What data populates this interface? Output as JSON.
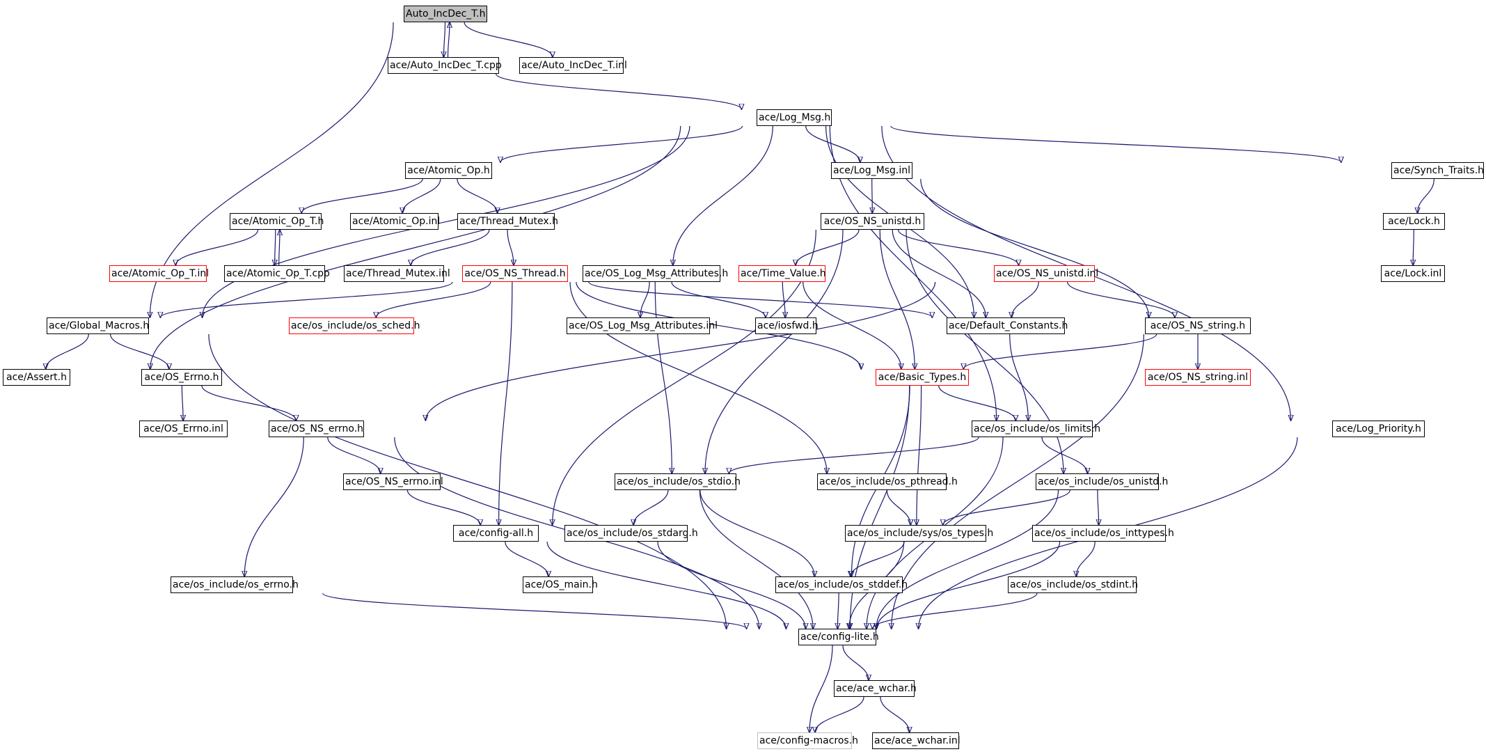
{
  "graph": {
    "edge_color": "#191970",
    "root_fill": "#bfbfbf",
    "incomplete_border": "#ff0000",
    "external_border": "#bfbfbf",
    "nodes": [
      {
        "id": "n0",
        "label": "Auto_IncDec_T.h",
        "style": "root"
      },
      {
        "id": "n1",
        "label": "ace/Auto_IncDec_T.cpp",
        "style": "normal"
      },
      {
        "id": "n2",
        "label": "ace/Auto_IncDec_T.inl",
        "style": "normal"
      },
      {
        "id": "n3",
        "label": "ace/Log_Msg.h",
        "style": "normal"
      },
      {
        "id": "n4",
        "label": "ace/Atomic_Op.h",
        "style": "normal"
      },
      {
        "id": "n5",
        "label": "ace/Log_Msg.inl",
        "style": "normal"
      },
      {
        "id": "n6",
        "label": "ace/Synch_Traits.h",
        "style": "normal"
      },
      {
        "id": "n7",
        "label": "ace/Atomic_Op_T.h",
        "style": "normal"
      },
      {
        "id": "n8",
        "label": "ace/Atomic_Op.inl",
        "style": "normal"
      },
      {
        "id": "n9",
        "label": "ace/Thread_Mutex.h",
        "style": "normal"
      },
      {
        "id": "n10",
        "label": "ace/OS_NS_unistd.h",
        "style": "normal"
      },
      {
        "id": "n11",
        "label": "ace/Lock.h",
        "style": "normal"
      },
      {
        "id": "n12",
        "label": "ace/Atomic_Op_T.inl",
        "style": "red"
      },
      {
        "id": "n13",
        "label": "ace/Atomic_Op_T.cpp",
        "style": "normal"
      },
      {
        "id": "n14",
        "label": "ace/Thread_Mutex.inl",
        "style": "normal"
      },
      {
        "id": "n15",
        "label": "ace/OS_NS_Thread.h",
        "style": "red"
      },
      {
        "id": "n16",
        "label": "ace/OS_Log_Msg_Attributes.h",
        "style": "normal"
      },
      {
        "id": "n17",
        "label": "ace/Time_Value.h",
        "style": "red"
      },
      {
        "id": "n18",
        "label": "ace/OS_NS_unistd.inl",
        "style": "red"
      },
      {
        "id": "n19",
        "label": "ace/Lock.inl",
        "style": "normal"
      },
      {
        "id": "n20",
        "label": "ace/Global_Macros.h",
        "style": "normal"
      },
      {
        "id": "n21",
        "label": "ace/os_include/os_sched.h",
        "style": "red"
      },
      {
        "id": "n22",
        "label": "ace/OS_Log_Msg_Attributes.inl",
        "style": "normal"
      },
      {
        "id": "n23",
        "label": "ace/iosfwd.h",
        "style": "normal"
      },
      {
        "id": "n24",
        "label": "ace/Default_Constants.h",
        "style": "normal"
      },
      {
        "id": "n25",
        "label": "ace/OS_NS_string.h",
        "style": "normal"
      },
      {
        "id": "n26",
        "label": "ace/Assert.h",
        "style": "normal"
      },
      {
        "id": "n27",
        "label": "ace/OS_Errno.h",
        "style": "normal"
      },
      {
        "id": "n28",
        "label": "ace/Basic_Types.h",
        "style": "red"
      },
      {
        "id": "n29",
        "label": "ace/OS_NS_string.inl",
        "style": "red"
      },
      {
        "id": "n30",
        "label": "ace/OS_Errno.inl",
        "style": "normal"
      },
      {
        "id": "n31",
        "label": "ace/OS_NS_errno.h",
        "style": "normal"
      },
      {
        "id": "n32",
        "label": "ace/os_include/os_limits.h",
        "style": "normal"
      },
      {
        "id": "n33",
        "label": "ace/Log_Priority.h",
        "style": "normal"
      },
      {
        "id": "n34",
        "label": "ace/OS_NS_errno.inl",
        "style": "normal"
      },
      {
        "id": "n35",
        "label": "ace/os_include/os_stdio.h",
        "style": "normal"
      },
      {
        "id": "n36",
        "label": "ace/os_include/os_pthread.h",
        "style": "normal"
      },
      {
        "id": "n37",
        "label": "ace/os_include/os_unistd.h",
        "style": "normal"
      },
      {
        "id": "n38",
        "label": "ace/config-all.h",
        "style": "normal"
      },
      {
        "id": "n39",
        "label": "ace/os_include/os_stdarg.h",
        "style": "normal"
      },
      {
        "id": "n40",
        "label": "ace/os_include/sys/os_types.h",
        "style": "normal"
      },
      {
        "id": "n41",
        "label": "ace/os_include/os_inttypes.h",
        "style": "normal"
      },
      {
        "id": "n42",
        "label": "ace/os_include/os_errno.h",
        "style": "normal"
      },
      {
        "id": "n43",
        "label": "ace/OS_main.h",
        "style": "normal"
      },
      {
        "id": "n44",
        "label": "ace/os_include/os_stddef.h",
        "style": "normal"
      },
      {
        "id": "n45",
        "label": "ace/os_include/os_stdint.h",
        "style": "normal"
      },
      {
        "id": "n46",
        "label": "ace/config-lite.h",
        "style": "normal"
      },
      {
        "id": "n47",
        "label": "ace/ace_wchar.h",
        "style": "normal"
      },
      {
        "id": "n48",
        "label": "ace/config-macros.h",
        "style": "gray"
      },
      {
        "id": "n49",
        "label": "ace/ace_wchar.inl",
        "style": "normal"
      }
    ],
    "edges": [
      [
        "n0",
        "n1"
      ],
      [
        "n1",
        "n0"
      ],
      [
        "n0",
        "n2"
      ],
      [
        "n0",
        "n20"
      ],
      [
        "n1",
        "n3"
      ],
      [
        "n3",
        "n4"
      ],
      [
        "n3",
        "n5"
      ],
      [
        "n3",
        "n6"
      ],
      [
        "n3",
        "n16"
      ],
      [
        "n3",
        "n20"
      ],
      [
        "n3",
        "n26"
      ],
      [
        "n3",
        "n24"
      ],
      [
        "n3",
        "n32"
      ],
      [
        "n3",
        "n33"
      ],
      [
        "n4",
        "n7"
      ],
      [
        "n4",
        "n8"
      ],
      [
        "n4",
        "n9"
      ],
      [
        "n7",
        "n12"
      ],
      [
        "n7",
        "n13"
      ],
      [
        "n13",
        "n7"
      ],
      [
        "n9",
        "n14"
      ],
      [
        "n9",
        "n15"
      ],
      [
        "n5",
        "n10"
      ],
      [
        "n5",
        "n25"
      ],
      [
        "n6",
        "n11"
      ],
      [
        "n11",
        "n19"
      ],
      [
        "n10",
        "n17"
      ],
      [
        "n10",
        "n18"
      ],
      [
        "n10",
        "n24"
      ],
      [
        "n10",
        "n28"
      ],
      [
        "n10",
        "n35"
      ],
      [
        "n10",
        "n37"
      ],
      [
        "n10",
        "n38"
      ],
      [
        "n15",
        "n20"
      ],
      [
        "n15",
        "n21"
      ],
      [
        "n15",
        "n24"
      ],
      [
        "n15",
        "n28"
      ],
      [
        "n15",
        "n36"
      ],
      [
        "n15",
        "n38"
      ],
      [
        "n16",
        "n22"
      ],
      [
        "n16",
        "n23"
      ],
      [
        "n16",
        "n35"
      ],
      [
        "n17",
        "n23"
      ],
      [
        "n17",
        "n28"
      ],
      [
        "n18",
        "n24"
      ],
      [
        "n18",
        "n25"
      ],
      [
        "n18",
        "n31"
      ],
      [
        "n20",
        "n26"
      ],
      [
        "n20",
        "n27"
      ],
      [
        "n20",
        "n46"
      ],
      [
        "n24",
        "n32"
      ],
      [
        "n25",
        "n28"
      ],
      [
        "n25",
        "n29"
      ],
      [
        "n25",
        "n46"
      ],
      [
        "n27",
        "n30"
      ],
      [
        "n27",
        "n31"
      ],
      [
        "n28",
        "n32"
      ],
      [
        "n28",
        "n40"
      ],
      [
        "n28",
        "n44"
      ],
      [
        "n28",
        "n46"
      ],
      [
        "n31",
        "n34"
      ],
      [
        "n31",
        "n42"
      ],
      [
        "n31",
        "n46"
      ],
      [
        "n32",
        "n35"
      ],
      [
        "n32",
        "n37"
      ],
      [
        "n32",
        "n46"
      ],
      [
        "n33",
        "n46"
      ],
      [
        "n34",
        "n38"
      ],
      [
        "n35",
        "n39"
      ],
      [
        "n35",
        "n44"
      ],
      [
        "n35",
        "n46"
      ],
      [
        "n36",
        "n40"
      ],
      [
        "n37",
        "n40"
      ],
      [
        "n37",
        "n41"
      ],
      [
        "n37",
        "n46"
      ],
      [
        "n38",
        "n43"
      ],
      [
        "n38",
        "n46"
      ],
      [
        "n39",
        "n46"
      ],
      [
        "n40",
        "n44"
      ],
      [
        "n40",
        "n46"
      ],
      [
        "n41",
        "n45"
      ],
      [
        "n41",
        "n46"
      ],
      [
        "n42",
        "n46"
      ],
      [
        "n44",
        "n46"
      ],
      [
        "n45",
        "n46"
      ],
      [
        "n46",
        "n47"
      ],
      [
        "n46",
        "n48"
      ],
      [
        "n47",
        "n48"
      ],
      [
        "n47",
        "n49"
      ]
    ]
  }
}
